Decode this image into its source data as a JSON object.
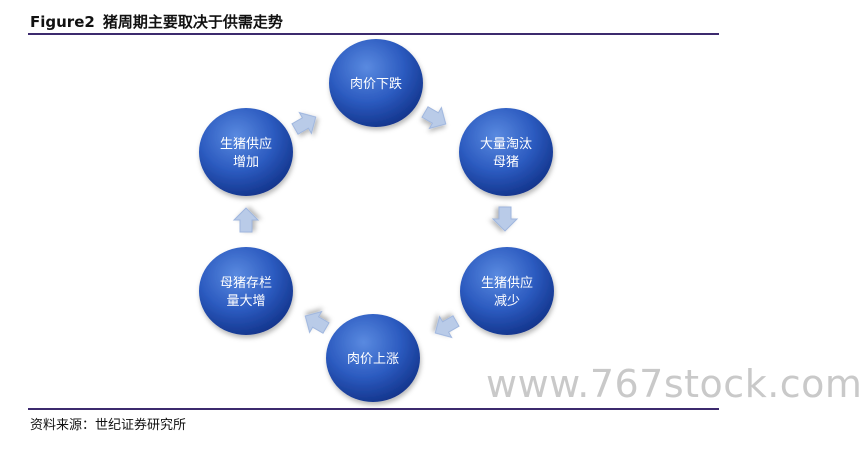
{
  "header": {
    "figure_label": "Figure2",
    "title": "猪周期主要取决于供需走势"
  },
  "cycle": {
    "nodes": [
      {
        "id": "price-fall",
        "lines": [
          "肉价下跌"
        ]
      },
      {
        "id": "cull-sows",
        "lines": [
          "大量淘汰",
          "母猪"
        ]
      },
      {
        "id": "supply-decrease",
        "lines": [
          "生猪供应",
          "减少"
        ]
      },
      {
        "id": "price-rise",
        "lines": [
          "肉价上涨"
        ]
      },
      {
        "id": "sow-stock-increase",
        "lines": [
          "母猪存栏",
          "量大增"
        ]
      },
      {
        "id": "supply-increase",
        "lines": [
          "生猪供应",
          "增加"
        ]
      }
    ],
    "colors": {
      "node_dark": "#12338a",
      "node_mid": "#2c5bc0",
      "node_light": "#5a8ae0",
      "arrow_fill": "#b9cbe8",
      "arrow_stroke": "#9fb6de"
    }
  },
  "footer": {
    "source": "资料来源：世纪证券研究所"
  },
  "watermark": {
    "text": "www.767stock.com"
  }
}
